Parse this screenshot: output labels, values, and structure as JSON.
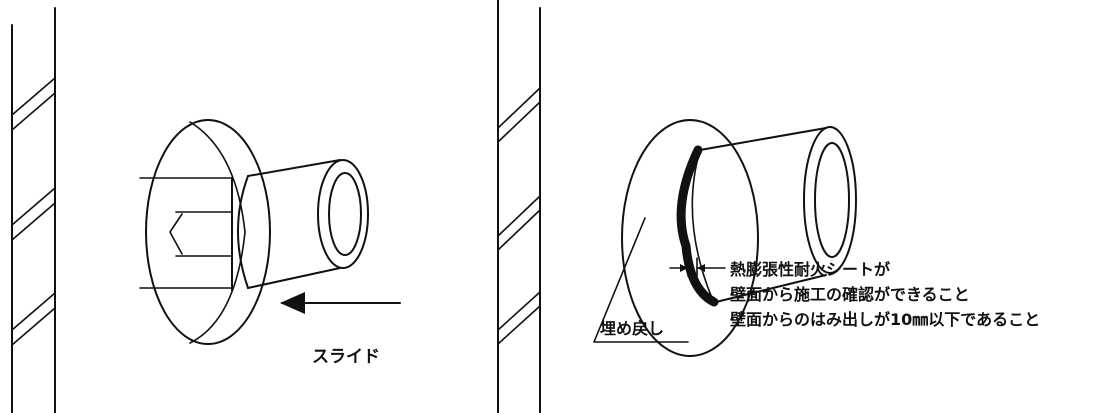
{
  "left_panel": {
    "slide_label": "スライド"
  },
  "right_panel": {
    "backfill_label": "埋め戻し",
    "note_lines": [
      "熱膨張性耐火シートが",
      "壁面から施工の確認ができること",
      "壁面からのはみ出しが10㎜以下であること"
    ]
  }
}
